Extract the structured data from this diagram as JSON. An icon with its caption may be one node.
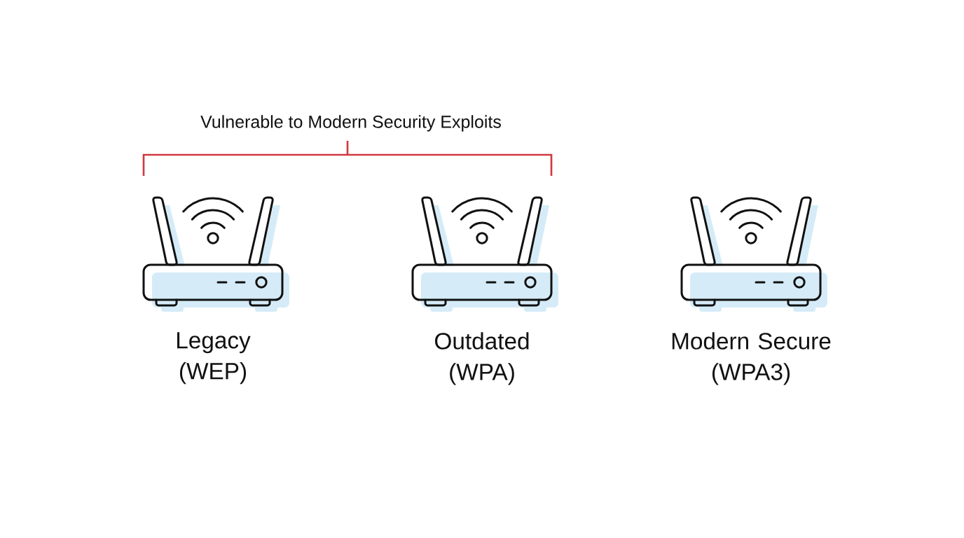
{
  "diagram": {
    "nodes": [
      {
        "text": [
          "Legacy (WEP)"
        ]
      },
      {
        "text": [
          "Outdated (WPA)"
        ]
      },
      {
        "text": [
          "Modern Secure (WPA3)"
        ]
      }
    ],
    "labels": [
      "Vulnerable to Modern Security Exploits"
    ]
  }
}
